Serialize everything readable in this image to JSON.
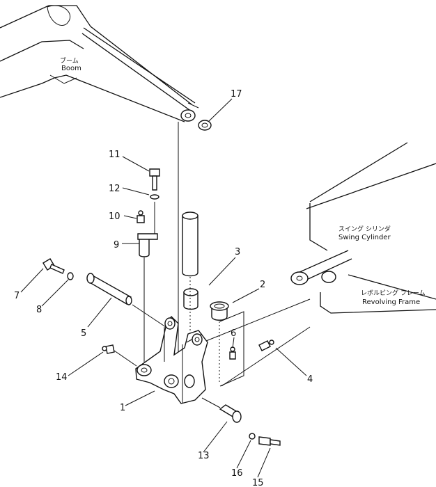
{
  "labels": {
    "boom_jp": "ブーム",
    "boom_en": "Boom",
    "swing_cylinder_jp": "スイング シリンダ",
    "swing_cylinder_en": "Swing Cylinder",
    "revolving_frame_jp": "レボルビング フレーム",
    "revolving_frame_en": "Revolving Frame"
  },
  "callouts": [
    "1",
    "2",
    "3",
    "4",
    "5",
    "6",
    "7",
    "8",
    "9",
    "10",
    "11",
    "12",
    "13",
    "14",
    "15",
    "16",
    "17"
  ]
}
